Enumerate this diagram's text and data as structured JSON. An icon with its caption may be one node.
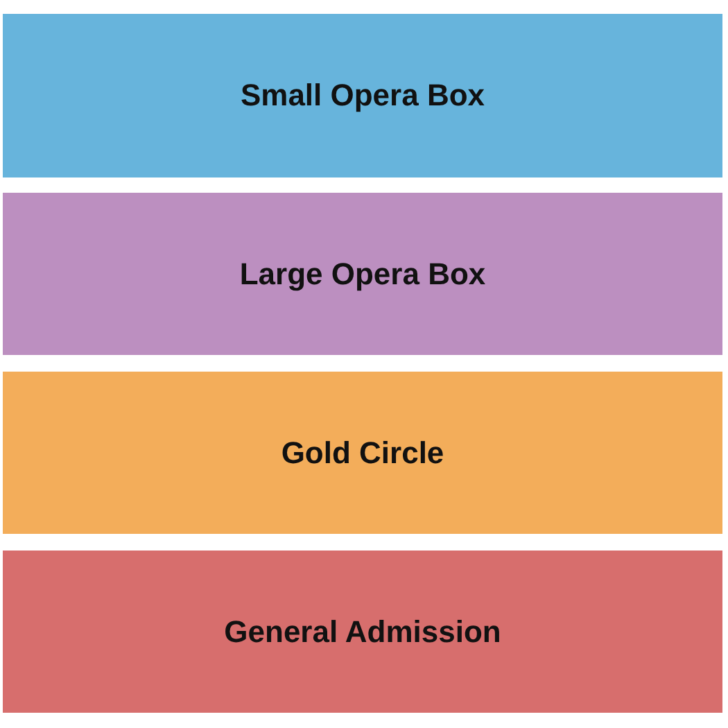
{
  "diagram": {
    "nodes": [
      {
        "text": [
          "Small Opera Box"
        ]
      },
      {
        "text": [
          "Large Opera Box"
        ]
      },
      {
        "text": [
          "Gold Circle"
        ]
      },
      {
        "text": [
          "General Admission"
        ]
      }
    ],
    "edges": []
  }
}
